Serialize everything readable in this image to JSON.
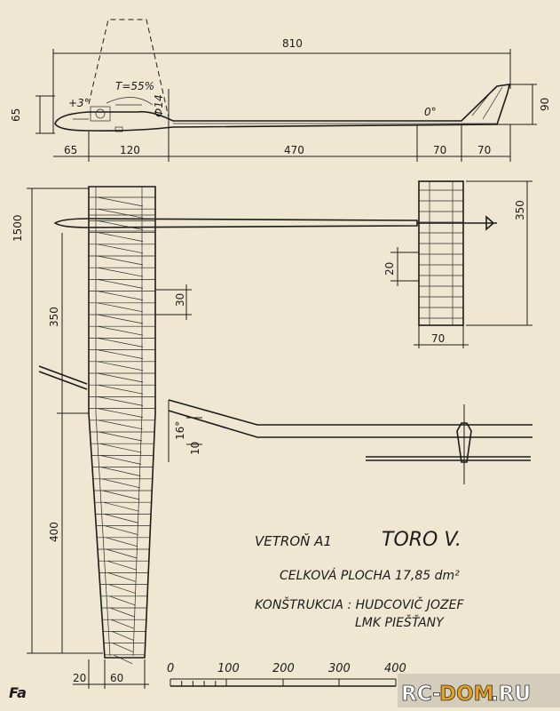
{
  "title": {
    "prefix": "VETROŇ A1",
    "name": "TORO V."
  },
  "area": "CELKOVÁ PLOCHA 17,85 dm²",
  "construction": {
    "line1": "KONŠTRUKCIA : HUDCOVIČ JOZEF",
    "line2": "LMK PIEŠŤANY"
  },
  "dims": {
    "total_length": "810",
    "nose_height": "65",
    "dihedral_front": "+3°",
    "profile": "T=55%",
    "diameter": "Ф14",
    "tail_angle": "0°",
    "fin_height": "90",
    "seg_65": "65",
    "seg_120": "120",
    "seg_470": "470",
    "seg_70a": "70",
    "seg_70b": "70",
    "span": "1500",
    "inner_350": "350",
    "rib_30": "30",
    "outer_400": "400",
    "root_20": "20",
    "root_60": "60",
    "stab_span": "350",
    "stab_20": "20",
    "stab_chord": "70",
    "dihedral_angle": "16°",
    "dihedral_10": "10"
  },
  "scale": {
    "ticks": [
      "0",
      "100",
      "200",
      "300",
      "400"
    ]
  },
  "signature": "Fa",
  "watermark": {
    "part1": "RC-",
    "part2": "DOM",
    "part3": ".RU"
  },
  "colors": {
    "paper": "#efe7d2",
    "ink": "#1c1c1c",
    "watermark_orange": "#e8a21c",
    "watermark_white": "#ffffff"
  }
}
